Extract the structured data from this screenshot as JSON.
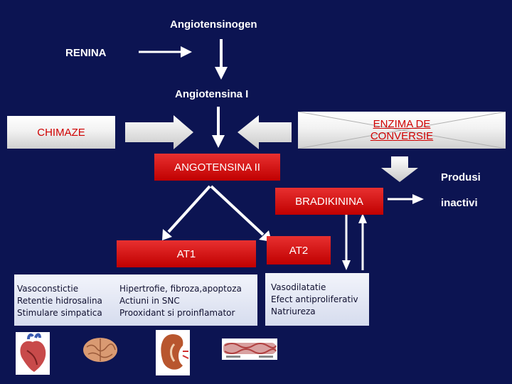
{
  "angiotensinogen": "Angiotensinogen",
  "renina": "RENINA",
  "angiotensina_i": "Angiotensina I",
  "chimaze": "CHIMAZE",
  "enzima_line1": "ENZIMA DE",
  "enzima_line2": "CONVERSIE",
  "angotensina_ii": "ANGOTENSINA II",
  "produsi": "Produsi",
  "inactivi": "inactivi",
  "bradikinina": "BRADIKININA",
  "at1": "AT1",
  "at2": "AT2",
  "at1_effects_left": [
    "Vasoconstictie",
    "Retentie hidrosalina",
    "Stimulare simpatica"
  ],
  "at1_effects_right": [
    "Hipertrofie,  fibroza,apoptoza",
    "Actiuni in SNC",
    "Prooxidant si proinflamator"
  ],
  "at2_effects": [
    "Vasodilatatie",
    "Efect antiproliferativ",
    "Natriureza"
  ],
  "images": [
    "heart-image",
    "brain-image",
    "kidney-image",
    "vessel-image"
  ],
  "colors": {
    "background": "#0c1452",
    "red_text": "#d00000",
    "arrow": "#ffffff"
  }
}
